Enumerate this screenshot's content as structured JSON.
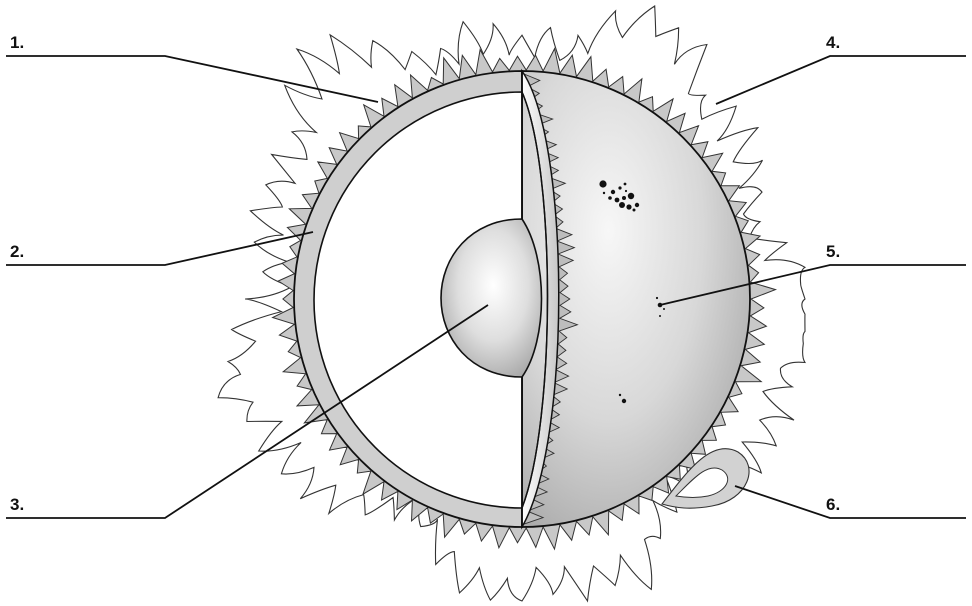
{
  "labels": [
    {
      "id": "label-1",
      "text": "1."
    },
    {
      "id": "label-2",
      "text": "2."
    },
    {
      "id": "label-3",
      "text": "3."
    },
    {
      "id": "label-4",
      "text": "4."
    },
    {
      "id": "label-5",
      "text": "5."
    },
    {
      "id": "label-6",
      "text": "6."
    }
  ],
  "colors": {
    "line": "#111111",
    "surface_light": "#f4f4f4",
    "surface_mid": "#d9d9d9",
    "surface_dark": "#a8a8a8",
    "shell": "#cfcfcf",
    "chromosphere": "#c6c6c6",
    "corona_outline": "#333333",
    "interior": "#ffffff",
    "sunspot": "#111111"
  }
}
